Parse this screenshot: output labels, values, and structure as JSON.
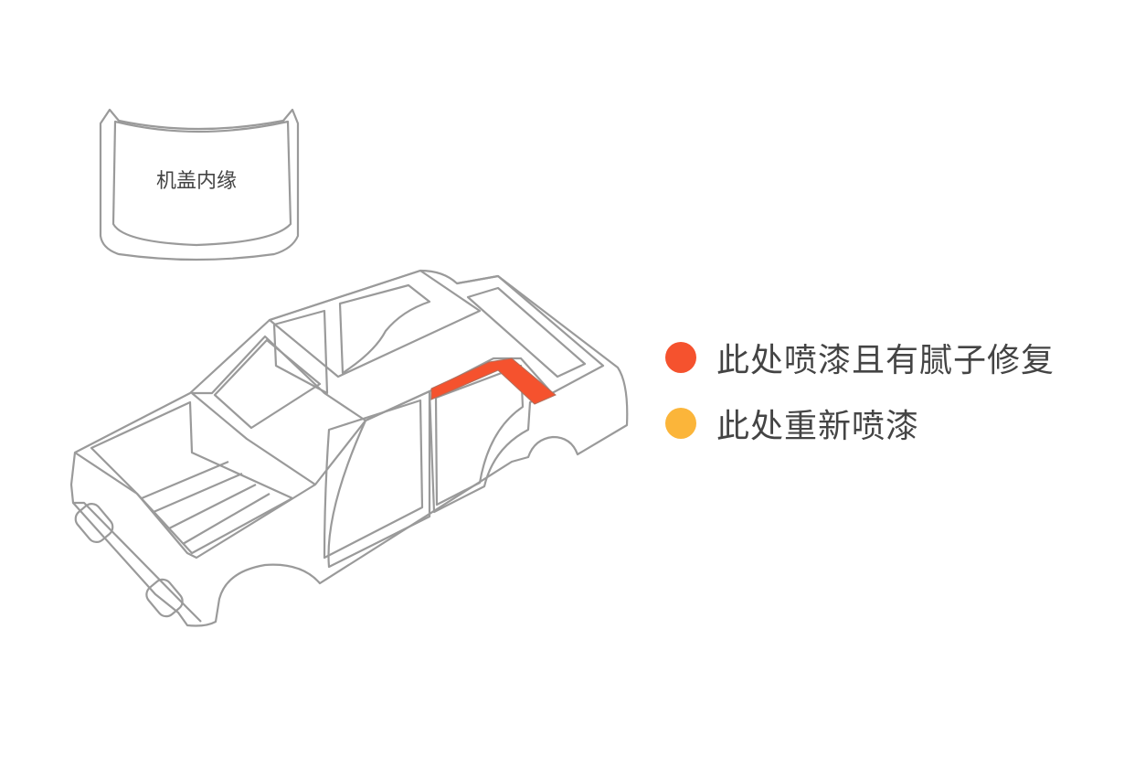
{
  "hood": {
    "label": "机盖内缘"
  },
  "highlight": {
    "color": "#f5522e",
    "status": "putty-repair"
  },
  "legend": [
    {
      "label": "此处喷漆且有腻子修复",
      "color": "#f5522e"
    },
    {
      "label": "此处重新喷漆",
      "color": "#fbb53a"
    }
  ]
}
